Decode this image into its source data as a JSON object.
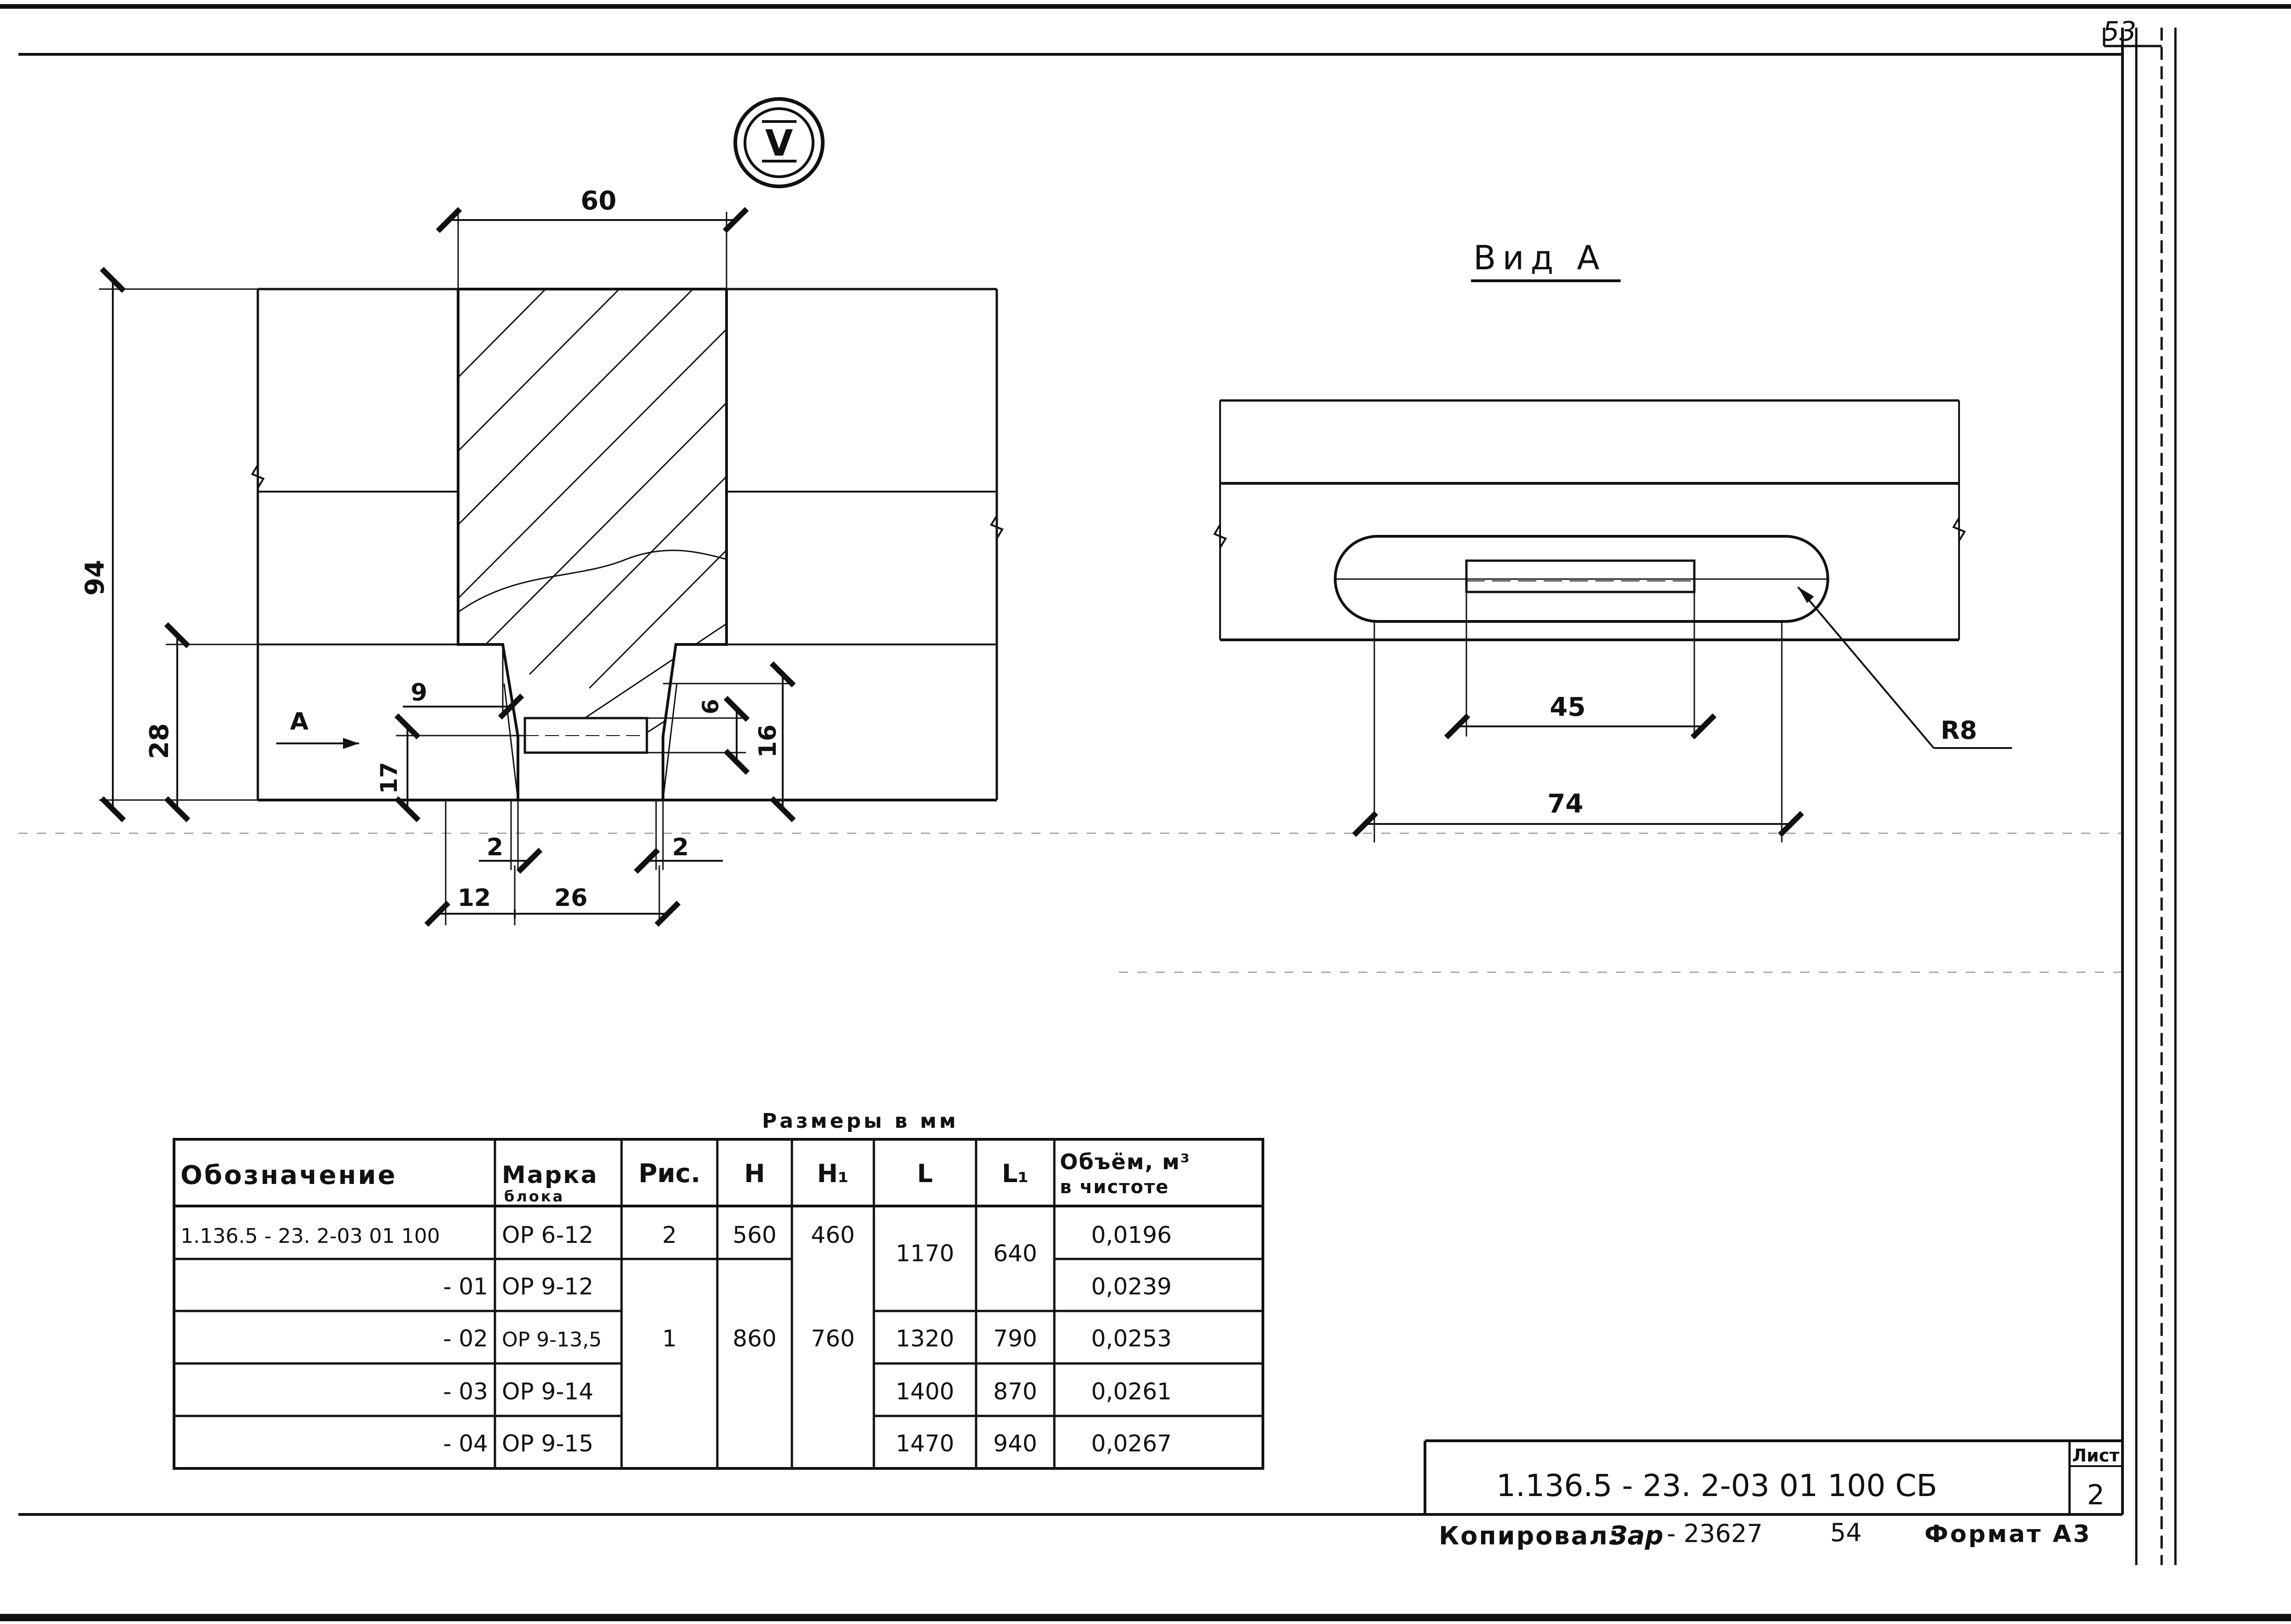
{
  "sheet_page_number": "53",
  "section_badge": "V",
  "view_a_title": "Вид А",
  "section_view": {
    "dim_width_top": "60",
    "dim_total_height": "94",
    "dim_lower_height": "28",
    "dim_slot_height": "16",
    "dim_slot_inner": "6",
    "dim_slot_offset": "17",
    "dim_left_offset": "9",
    "dim_gap_left": "2",
    "dim_gap_right": "2",
    "dim_bottom_left": "12",
    "dim_bottom_mid": "26",
    "view_arrow_label": "А"
  },
  "plan_view": {
    "dim_inner": "45",
    "dim_outer": "74",
    "radius": "R8"
  },
  "table": {
    "caption": "Размеры в мм",
    "headers": {
      "designation": "Обозначение",
      "mark_line1": "Марка",
      "mark_line2": "блока",
      "fig": "Рис.",
      "h": "H",
      "h1": "H₁",
      "l": "L",
      "l1": "L₁",
      "volume_line1": "Объём, м³",
      "volume_line2": "в чистоте"
    },
    "rows": [
      {
        "designation": "1.136.5 - 23. 2-03 01 100",
        "mark": "ОР 6-12",
        "volume": "0,0196"
      },
      {
        "designation": "- 01",
        "mark": "ОР 9-12",
        "volume": "0,0239"
      },
      {
        "designation": "- 02",
        "mark": "ОР 9-13,5",
        "volume": "0,0253"
      },
      {
        "designation": "- 03",
        "mark": "ОР 9-14",
        "volume": "0,0261"
      },
      {
        "designation": "- 04",
        "mark": "ОР 9-15",
        "volume": "0,0267"
      }
    ],
    "merged": {
      "fig_r1": "2",
      "h_r1": "560",
      "h1_r1": "460",
      "l_r12": "1170",
      "l1_r12": "640",
      "fig_r25": "1",
      "h_r25": "860",
      "h1_r25": "760",
      "l_r3": "1320",
      "l1_r3": "790",
      "l_r4": "1400",
      "l1_r4": "870",
      "l_r5": "1470",
      "l1_r5": "940"
    }
  },
  "title_block": {
    "document_code": "1.136.5 - 23.  2-03 01 100 СБ",
    "sheet_label": "Лист",
    "sheet_no": "2"
  },
  "footer": {
    "copied_by": "Копировал:",
    "signature": "Зар",
    "number": "- 23627",
    "extra": "54",
    "format": "Формат А3"
  }
}
